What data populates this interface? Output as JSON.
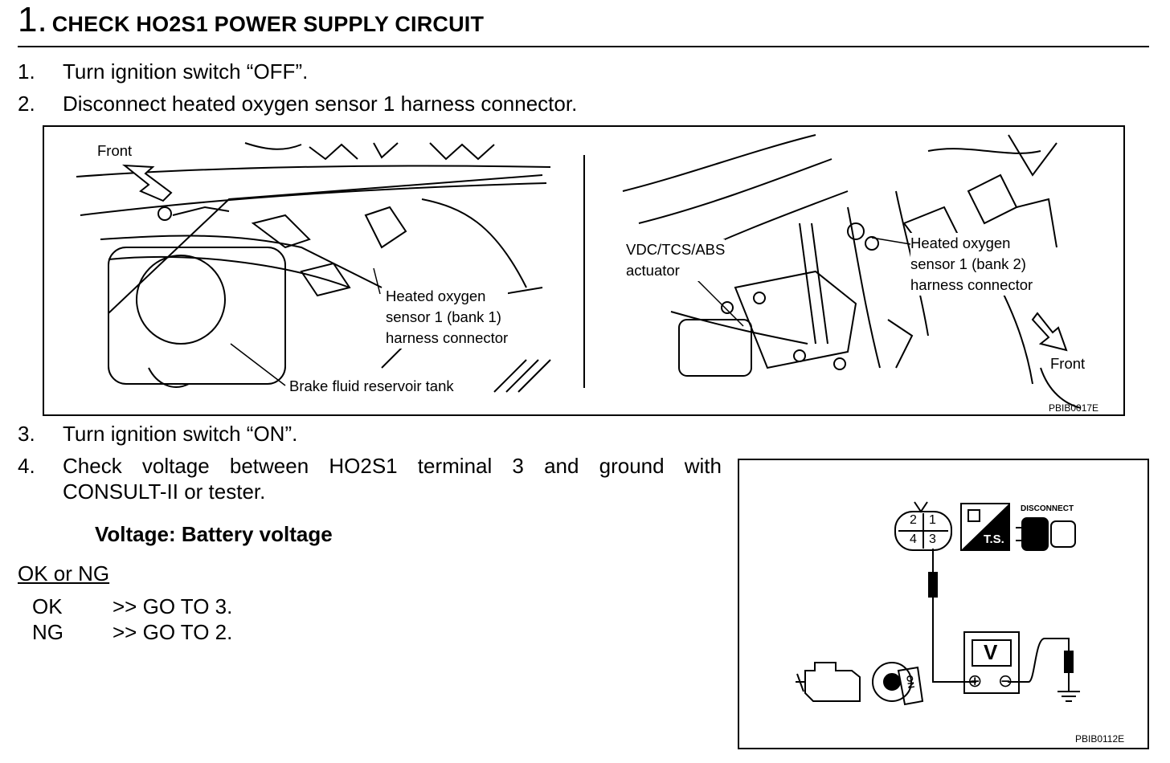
{
  "header": {
    "number": "1.",
    "title": "CHECK HO2S1 POWER SUPPLY CIRCUIT"
  },
  "steps": [
    {
      "num": "1.",
      "text": "Turn ignition switch “OFF”."
    },
    {
      "num": "2.",
      "text": "Disconnect heated oxygen sensor 1 harness connector."
    },
    {
      "num": "3.",
      "text": "Turn ignition switch “ON”."
    },
    {
      "num": "4.",
      "text": "Check voltage between HO2S1 terminal 3 and ground with",
      "text2": "CONSULT-II or tester."
    }
  ],
  "figure1": {
    "left_front": "Front",
    "bank1_label": [
      "Heated oxygen",
      "sensor 1 (bank 1)",
      "harness connector"
    ],
    "brake_label": "Brake fluid reservoir tank",
    "vdc_label": [
      "VDC/TCS/ABS",
      "actuator"
    ],
    "bank2_label": [
      "Heated oxygen",
      "sensor 1 (bank 2)",
      "harness connector"
    ],
    "right_front": "Front",
    "code": "PBIB0017E"
  },
  "spec": "Voltage: Battery voltage",
  "result_heading": "OK or NG",
  "results": [
    {
      "key": "OK",
      "action": ">> GO TO 3."
    },
    {
      "key": "NG",
      "action": ">> GO TO 2."
    }
  ],
  "figure2": {
    "pins": [
      "2",
      "1",
      "4",
      "3"
    ],
    "ts_label": "T.S.",
    "disconnect_label": "DISCONNECT",
    "meter_label": "V",
    "plus": "⊕",
    "minus": "⊖",
    "key_label": "ON",
    "code": "PBIB0112E"
  }
}
